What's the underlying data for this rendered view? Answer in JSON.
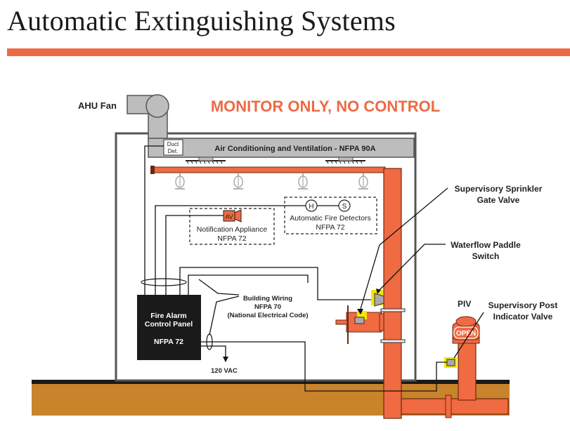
{
  "page": {
    "title": "Automatic Extinguishing Systems"
  },
  "diagram": {
    "heading": "MONITOR ONLY, NO CONTROL",
    "labels": {
      "ahu_fan": "AHU Fan",
      "duct_det_line1": "Duct",
      "duct_det_line2": "Det.",
      "air_conditioning": "Air Conditioning and Ventilation - NFPA 90A",
      "notification_line1": "Notification Appliance",
      "notification_line2": "NFPA 72",
      "av_symbol": "AV",
      "detectors_line1": "Automatic Fire Detectors",
      "detectors_line2": "NFPA 72",
      "heat_symbol": "H",
      "smoke_symbol": "S",
      "facp_line1": "Fire Alarm",
      "facp_line2": "Control Panel",
      "facp_line3": "NFPA 72",
      "building_wiring_line1": "Building Wiring",
      "building_wiring_line2": "NFPA 70",
      "building_wiring_line3": "(National Electrical Code)",
      "vac": "120 VAC",
      "gate_valve_line1": "Supervisory Sprinkler",
      "gate_valve_line2": "Gate Valve",
      "paddle_line1": "Waterflow Paddle",
      "paddle_line2": "Switch",
      "piv": "PIV",
      "piv_open": "OPEN",
      "piv_valve_line1": "Supervisory Post",
      "piv_valve_line2": "Indicator Valve"
    },
    "colors": {
      "accent": "#EE6A44",
      "pipe": "#F06A42",
      "ground": "#C9832A",
      "duct": "#BDBDBD",
      "switch_highlight": "#F5E400",
      "panel": "#1A1A1A"
    }
  }
}
